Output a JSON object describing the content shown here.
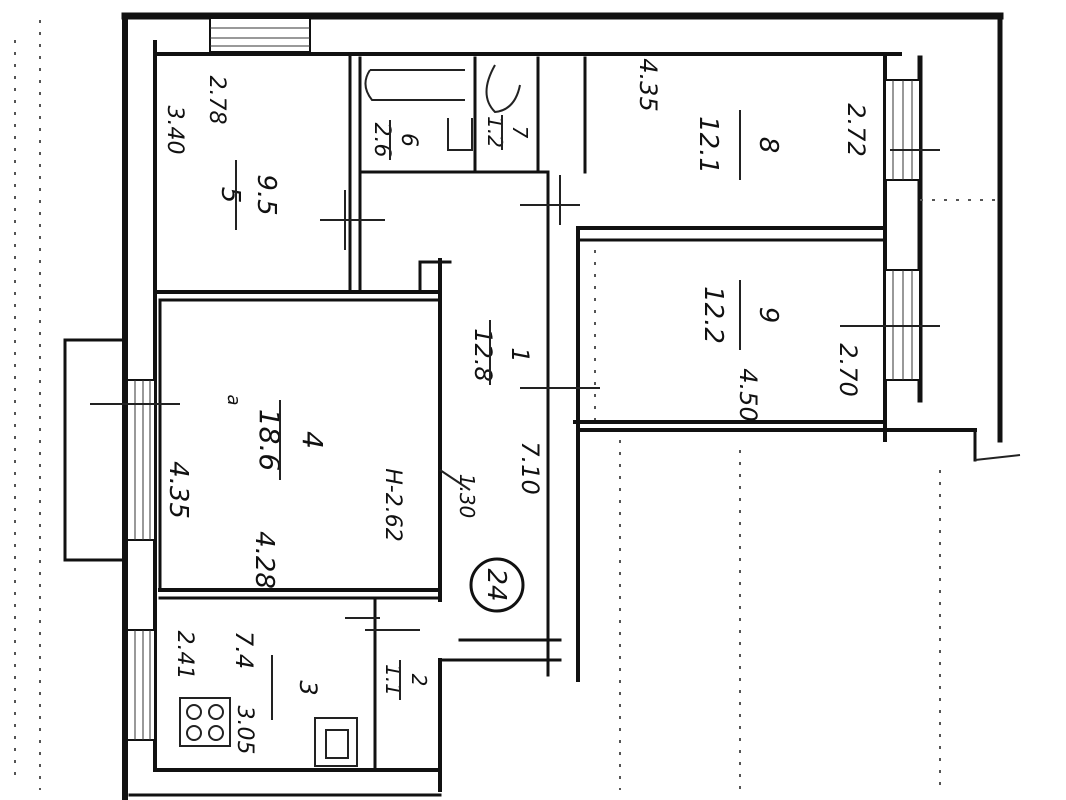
{
  "floor_plan": {
    "colors": {
      "ink": "#111111",
      "paper": "#ffffff"
    },
    "rooms": [
      {
        "id": "room-5",
        "number": "5",
        "area": "9.5",
        "dims": [
          "3.40",
          "2.78"
        ]
      },
      {
        "id": "room-6",
        "number": "6",
        "area": "2.6"
      },
      {
        "id": "room-7",
        "number": "7",
        "area": "1.2"
      },
      {
        "id": "room-8",
        "number": "8",
        "area": "12.1",
        "dims": [
          "4.35",
          "2.72"
        ]
      },
      {
        "id": "room-9",
        "number": "9",
        "area": "12.2",
        "dims": [
          "4.50",
          "2.70"
        ]
      },
      {
        "id": "room-1",
        "number": "1",
        "area": "12.8",
        "dims": [
          "7.10",
          "1.30"
        ]
      },
      {
        "id": "room-4",
        "number": "4",
        "area": "18.6",
        "dims": [
          "4.35",
          "4.28"
        ]
      },
      {
        "id": "room-3",
        "number": "3",
        "area": "7.4",
        "dims": [
          "2.41",
          "3.05"
        ]
      },
      {
        "id": "room-2",
        "number": "2",
        "area": "1.1"
      }
    ],
    "ceiling_height": "H-2.62",
    "apartment_mark": "24",
    "room_4_mark": "a"
  }
}
